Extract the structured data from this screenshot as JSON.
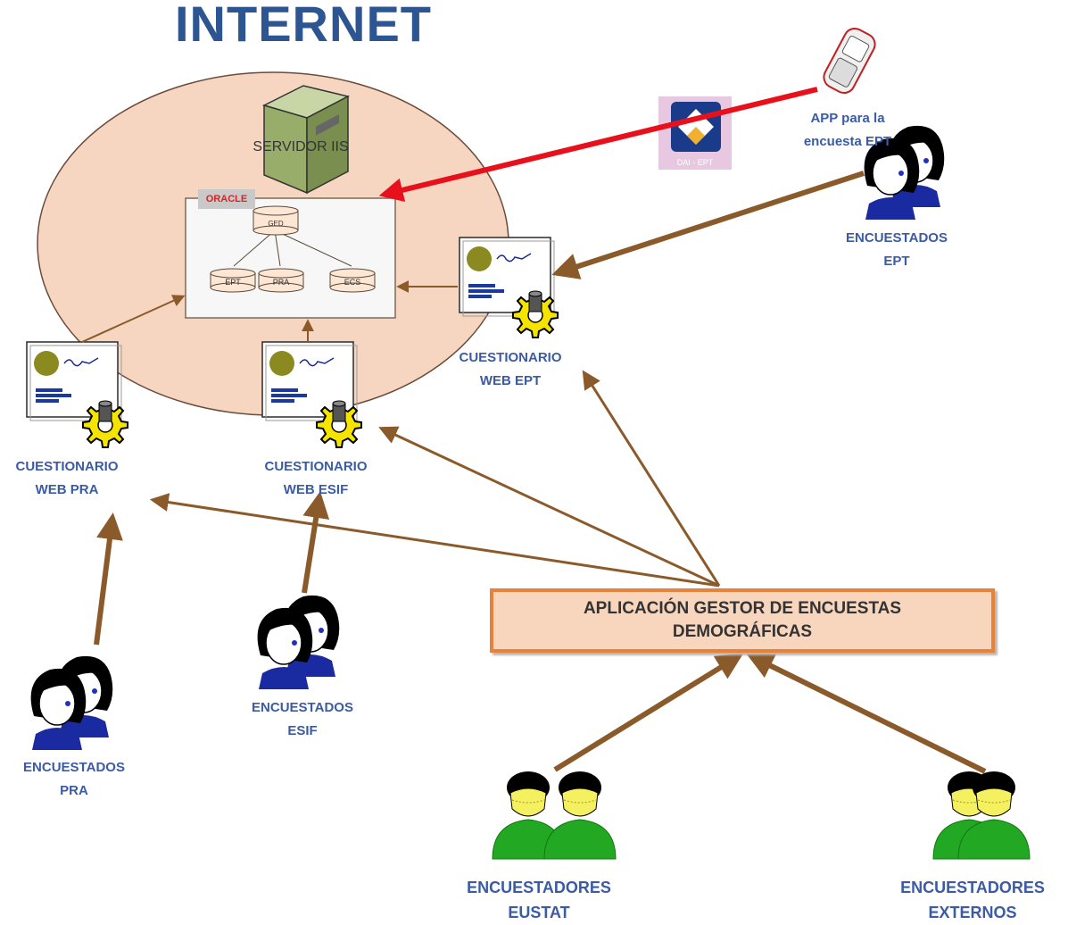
{
  "title": "INTERNET",
  "server": {
    "label": "SERVIDOR IIS"
  },
  "oracle": {
    "tag": "ORACLE",
    "root_db": "GED",
    "child_dbs": [
      "EPT",
      "PRA",
      "ECS"
    ]
  },
  "questionnaires": {
    "pra": {
      "line1": "CUESTIONARIO",
      "line2": "WEB PRA"
    },
    "esif": {
      "line1": "CUESTIONARIO",
      "line2": "WEB ESIF"
    },
    "ept": {
      "line1": "CUESTIONARIO",
      "line2": "WEB  EPT"
    }
  },
  "app_ept": {
    "line1": "APP para la",
    "line2": "encuesta EPT",
    "logo_caption": "DAI - EPT"
  },
  "respondents": {
    "ept": {
      "line1": "ENCUESTADOS",
      "line2": "EPT"
    },
    "esif": {
      "line1": "ENCUESTADOS",
      "line2": "ESIF"
    },
    "pra": {
      "line1": "ENCUESTADOS",
      "line2": "PRA"
    }
  },
  "manager_app": {
    "line1": "APLICACIÓN GESTOR DE ENCUESTAS",
    "line2": "DEMOGRÁFICAS"
  },
  "interviewers": {
    "eustat": {
      "line1": "ENCUESTADORES",
      "line2": "EUSTAT"
    },
    "external": {
      "line1": "ENCUESTADORES",
      "line2": "EXTERNOS"
    }
  },
  "colors": {
    "title": "#2c5591",
    "label": "#3b5ba5",
    "internet_cloud": "#f6d6c1",
    "arrow_brown": "#8b5a2b",
    "arrow_red": "#e8101a",
    "box_border": "#e8823a",
    "box_fill": "#f8d5bd",
    "person_green": "#22a822",
    "person_face_yellow": "#f5f060"
  }
}
